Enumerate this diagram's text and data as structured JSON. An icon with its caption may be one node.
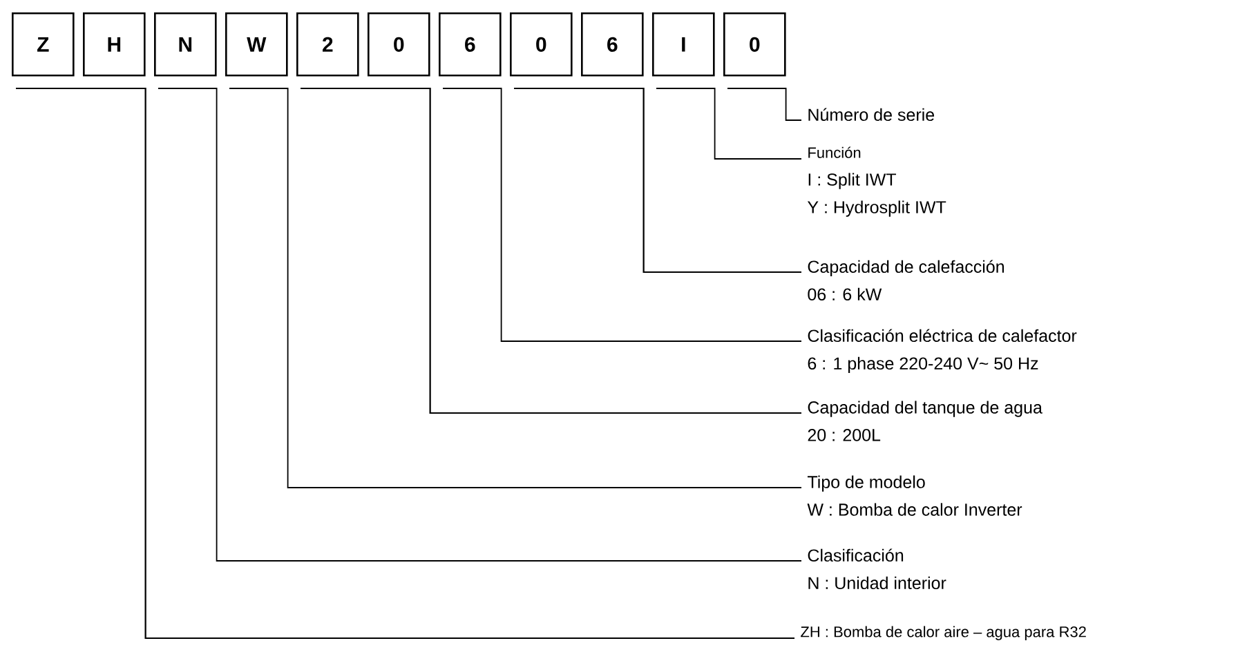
{
  "diagram": {
    "nodes": [
      {
        "text": [
          "Z"
        ]
      },
      {
        "text": [
          "H"
        ]
      },
      {
        "text": [
          "N"
        ]
      },
      {
        "text": [
          "W"
        ]
      },
      {
        "text": [
          "2"
        ]
      },
      {
        "text": [
          "0"
        ]
      },
      {
        "text": [
          "6"
        ]
      },
      {
        "text": [
          "0"
        ]
      },
      {
        "text": [
          "6"
        ]
      },
      {
        "text": [
          "I"
        ]
      },
      {
        "text": [
          "0"
        ]
      },
      {
        "text": [
          "Número de serie"
        ]
      },
      {
        "text": [
          "Función",
          "I : Split IWT",
          "Y : Hydrosplit IWT"
        ]
      },
      {
        "text": [
          "Capacidad de calefacción",
          "06 : 6 kW"
        ]
      },
      {
        "text": [
          "Clasificación eléctrica de calefactor",
          "6 : 1 phase 220-240 V~ 50 Hz"
        ]
      },
      {
        "text": [
          "Capacidad del tanque de agua",
          "20 : 200L"
        ]
      },
      {
        "text": [
          "Tipo de modelo",
          "W : Bomba de calor Inverter"
        ]
      },
      {
        "text": [
          "Clasificación",
          "N : Unidad interior"
        ]
      },
      {
        "text": [
          "ZH : Bomba de calor aire – agua para R32"
        ]
      }
    ],
    "edges": [
      {
        "from": 11,
        "to": 10,
        "arrow": "none"
      },
      {
        "from": 12,
        "to": 9,
        "arrow": "none"
      },
      {
        "from": 13,
        "to": 7,
        "arrow": "none"
      },
      {
        "from": 13,
        "to": 8,
        "arrow": "none"
      },
      {
        "from": 14,
        "to": 6,
        "arrow": "none"
      },
      {
        "from": 15,
        "to": 4,
        "arrow": "none"
      },
      {
        "from": 15,
        "to": 5,
        "arrow": "none"
      },
      {
        "from": 16,
        "to": 3,
        "arrow": "none"
      },
      {
        "from": 17,
        "to": 2,
        "arrow": "none"
      },
      {
        "from": 18,
        "to": 0,
        "arrow": "none"
      },
      {
        "from": 18,
        "to": 1,
        "arrow": "none"
      }
    ]
  }
}
